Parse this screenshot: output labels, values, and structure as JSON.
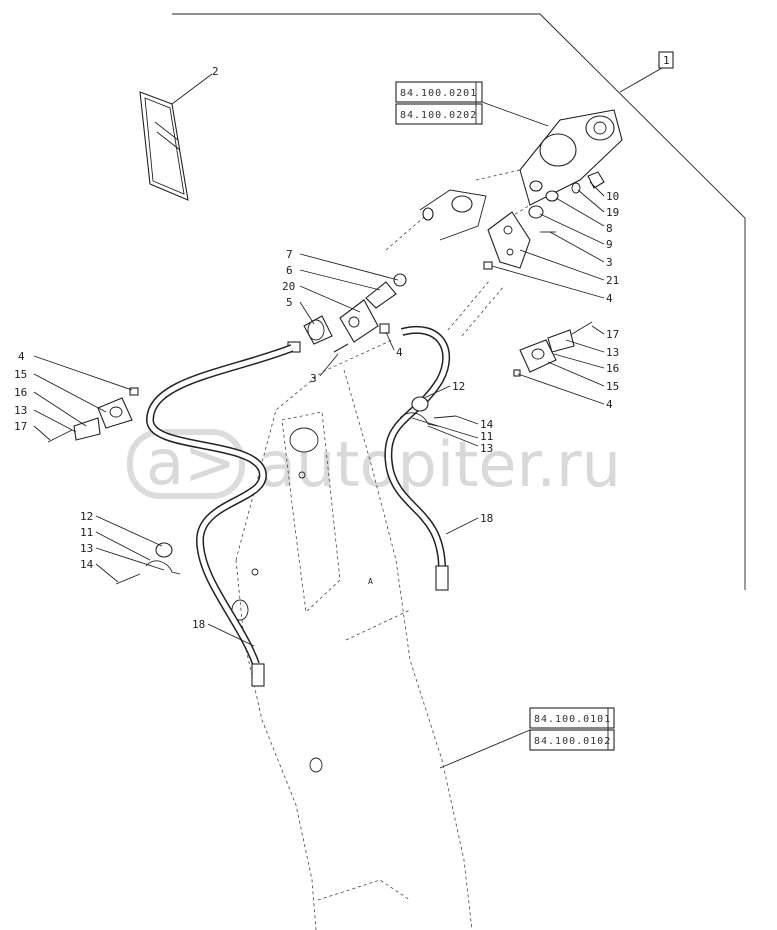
{
  "watermark": "autopiter.ru",
  "figure_index": "1",
  "booklet_label": "2",
  "references_top": [
    "84.100.0201",
    "84.100.0202"
  ],
  "references_bottom": [
    "84.100.0101",
    "84.100.0102"
  ],
  "callouts_top_right": [
    "10",
    "19",
    "8",
    "9",
    "3",
    "21",
    "4"
  ],
  "callouts_center": [
    "7",
    "6",
    "20",
    "5",
    "3",
    "4"
  ],
  "callouts_right_bracket": [
    "17",
    "13",
    "16",
    "15",
    "4"
  ],
  "callouts_left_bracket": [
    "4",
    "15",
    "16",
    "13",
    "17"
  ],
  "callouts_clamp_right": [
    "12",
    "14",
    "11",
    "13"
  ],
  "callouts_clamp_left": [
    "12",
    "11",
    "13",
    "14"
  ],
  "hose_labels": [
    "18",
    "18"
  ]
}
